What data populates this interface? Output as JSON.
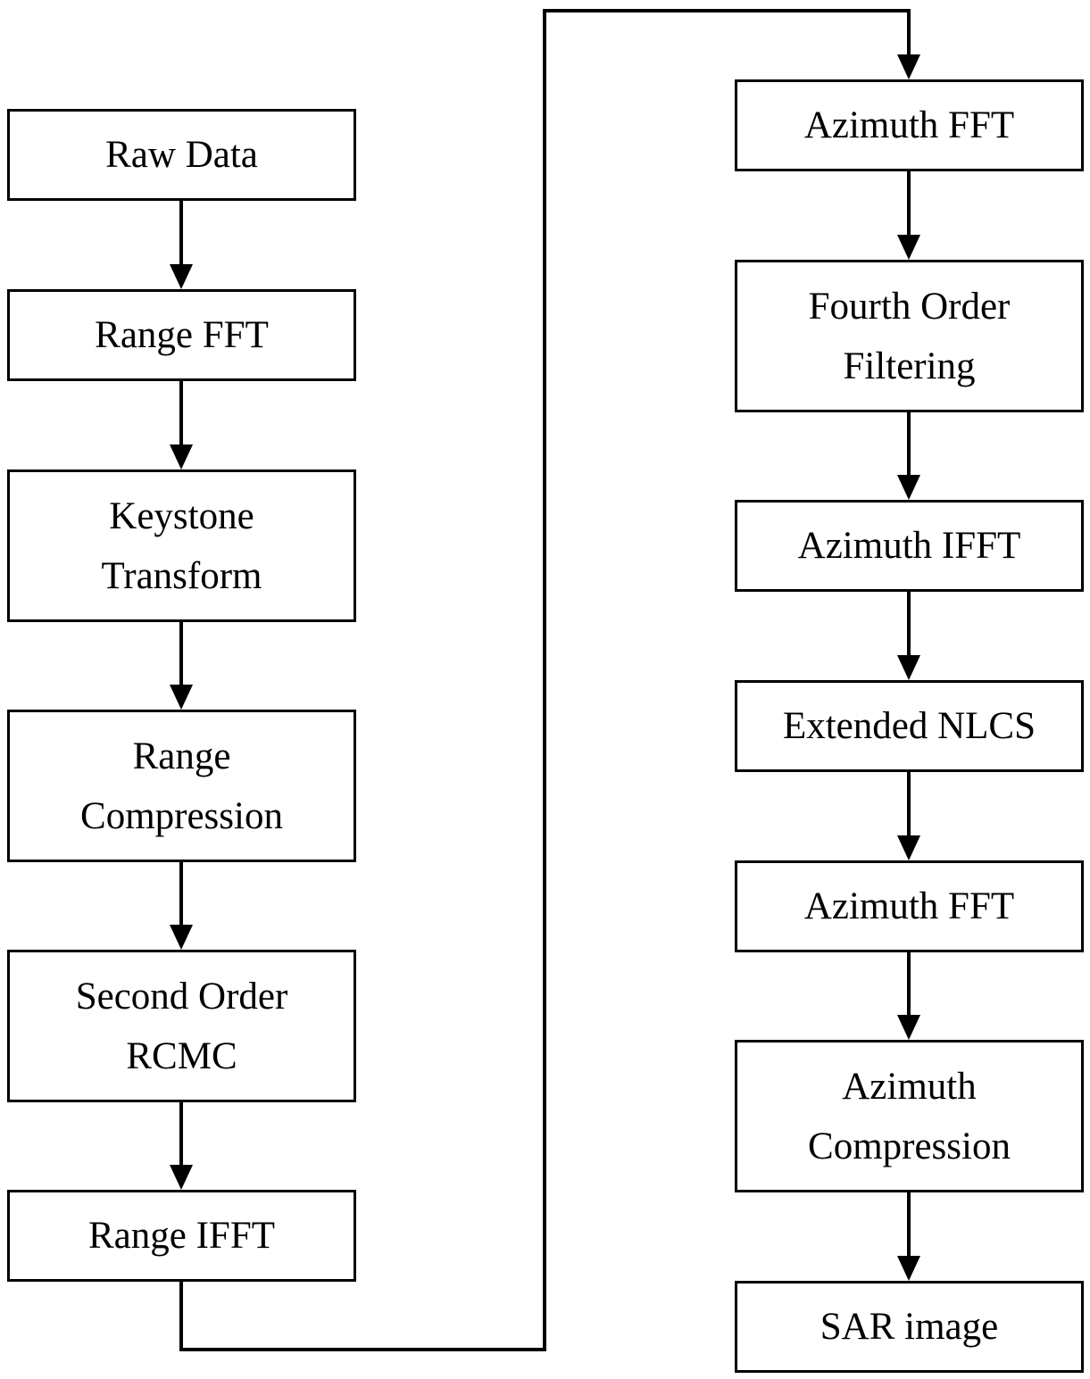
{
  "diagram": {
    "left_column": [
      {
        "id": "raw-data",
        "lines": [
          "Raw Data"
        ]
      },
      {
        "id": "range-fft",
        "lines": [
          "Range FFT"
        ]
      },
      {
        "id": "keystone-transform",
        "lines": [
          "Keystone",
          "Transform"
        ]
      },
      {
        "id": "range-compression",
        "lines": [
          "Range",
          "Compression"
        ]
      },
      {
        "id": "second-order-rcmc",
        "lines": [
          "Second Order",
          "RCMC"
        ]
      },
      {
        "id": "range-ifft",
        "lines": [
          "Range IFFT"
        ]
      }
    ],
    "right_column": [
      {
        "id": "azimuth-fft-1",
        "lines": [
          "Azimuth FFT"
        ]
      },
      {
        "id": "fourth-order-filtering",
        "lines": [
          "Fourth Order",
          "Filtering"
        ]
      },
      {
        "id": "azimuth-ifft",
        "lines": [
          "Azimuth IFFT"
        ]
      },
      {
        "id": "extended-nlcs",
        "lines": [
          "Extended NLCS"
        ]
      },
      {
        "id": "azimuth-fft-2",
        "lines": [
          "Azimuth FFT"
        ]
      },
      {
        "id": "azimuth-compression",
        "lines": [
          "Azimuth",
          "Compression"
        ]
      },
      {
        "id": "sar-image",
        "lines": [
          "SAR image"
        ]
      }
    ],
    "colors": {
      "stroke": "#000000",
      "fill": "#ffffff",
      "text": "#000000"
    }
  }
}
